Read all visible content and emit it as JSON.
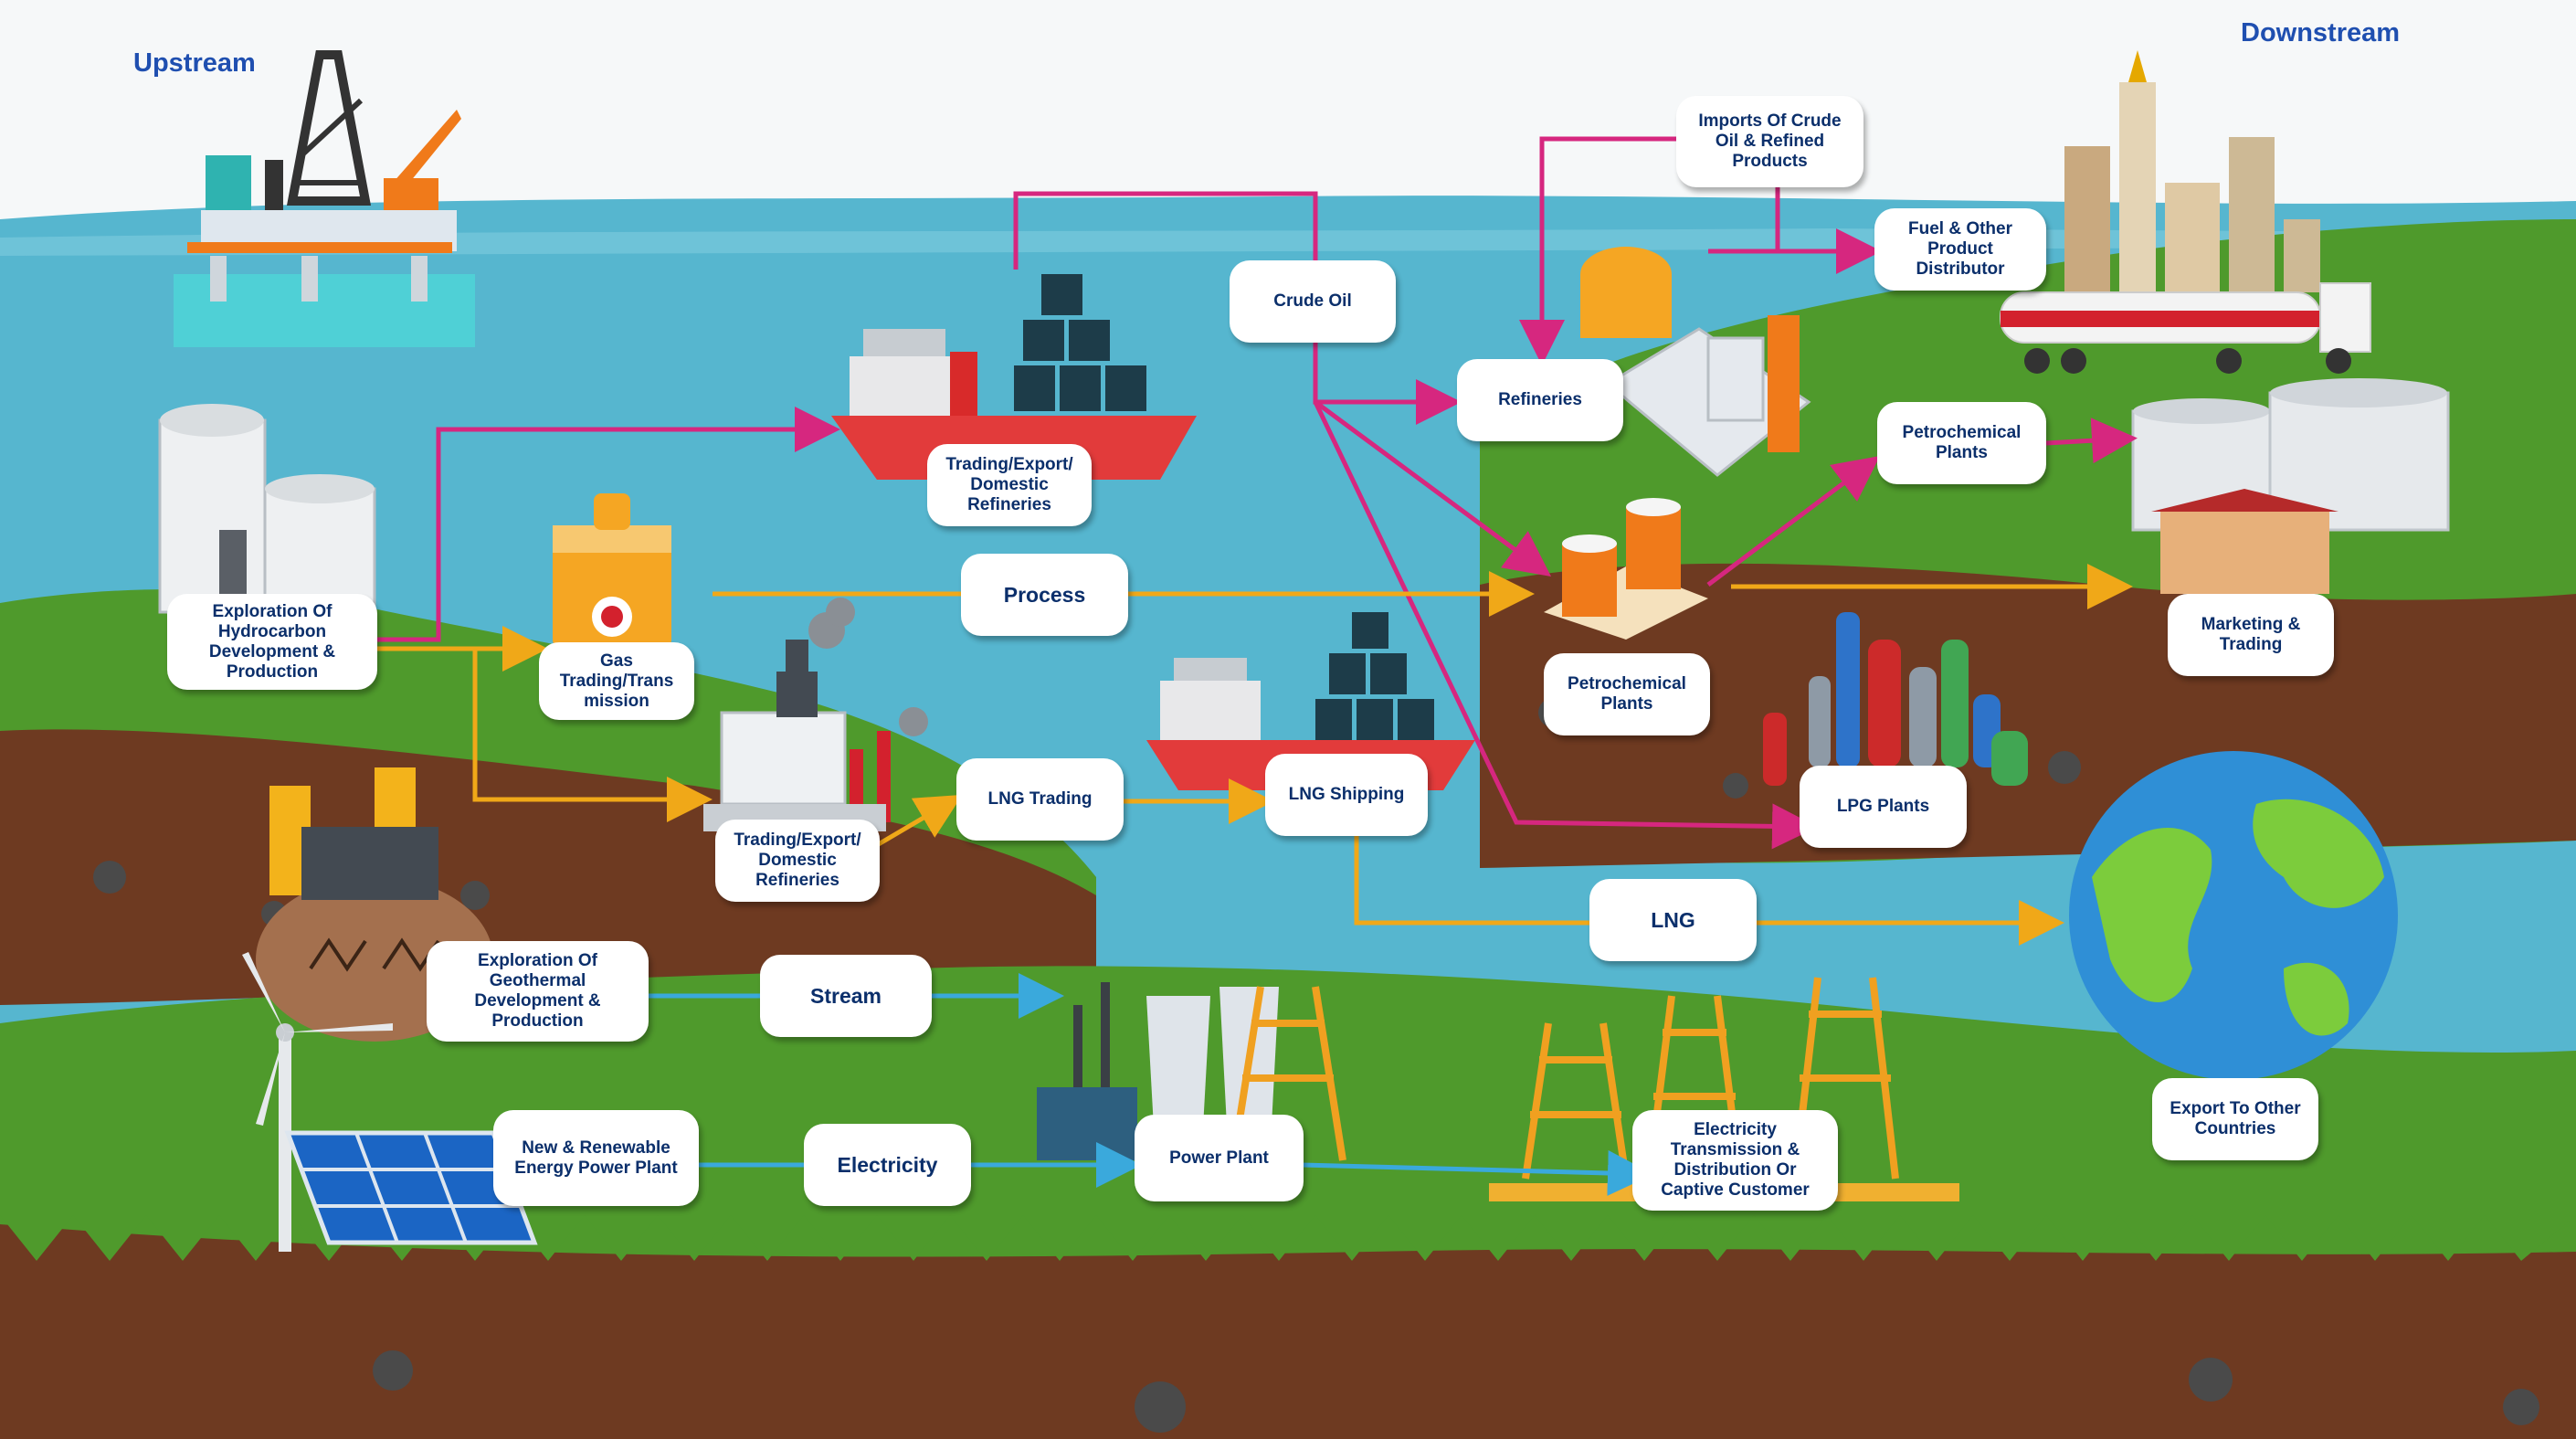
{
  "headings": {
    "upstream": "Upstream",
    "downstream": "Downstream"
  },
  "nodes": {
    "exploration_hydrocarbon": "Exploration Of Hydrocarbon Development & Production",
    "gas_trading": "Gas Trading/Trans mission",
    "trading_refineries_top": "Trading/Export/ Domestic Refineries",
    "trading_refineries_mid": "Trading/Export/ Domestic Refineries",
    "crude_oil": "Crude Oil",
    "process": "Process",
    "lng_trading": "LNG Trading",
    "lng_shipping": "LNG Shipping",
    "lng": "LNG",
    "imports": "Imports Of Crude Oil & Refined Products",
    "fuel_distributor": "Fuel & Other Product Distributor",
    "refineries": "Refineries",
    "petrochemical_plants_right": "Petrochemical Plants",
    "petrochemical_plants_mid": "Petrochemical Plants",
    "marketing_trading": "Marketing & Trading",
    "lpg_plants": "LPG Plants",
    "export_countries": "Export To Other Countries",
    "exploration_geothermal": "Exploration Of Geothermal Development & Production",
    "stream": "Stream",
    "new_renewable": "New & Renewable Energy Power Plant",
    "electricity": "Electricity",
    "power_plant": "Power Plant",
    "electricity_transmission": "Electricity Transmission & Distribution Or Captive Customer"
  },
  "colors": {
    "magenta_flow": "#d6277f",
    "orange_flow": "#f0a818",
    "blue_flow": "#3aa9dc",
    "heading": "#1f4fb0",
    "label_text": "#0b2f6b",
    "sea": "#56b6cf",
    "grass": "#4f9a2c",
    "soil": "#6e3a21"
  },
  "icons": [
    "offshore-rig-icon",
    "storage-tanks-icon",
    "gas-tank-icon",
    "tanker-ship-icon",
    "factory-icon",
    "volcano-icon",
    "wind-turbine-icon",
    "solar-panel-icon",
    "cooling-tower-icon",
    "transmission-tower-icon",
    "refinery-icon",
    "oil-truck-icon",
    "city-icon",
    "lpg-cylinders-icon",
    "globe-icon",
    "marketing-building-icon"
  ]
}
